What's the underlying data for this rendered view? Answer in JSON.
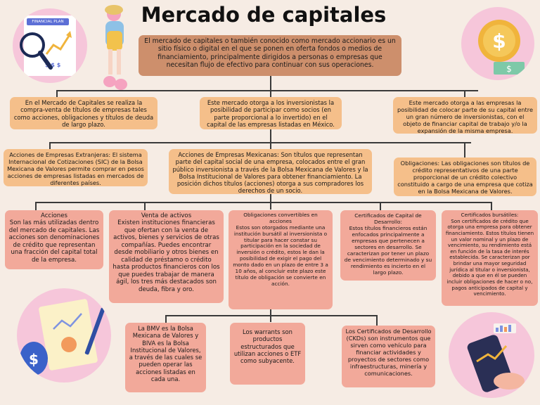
{
  "title": "Mercado de capitales",
  "intro": "El mercado de capitales o también conocido como mercado accionario es un sitio físico o digital en el que se ponen en oferta fondos o medios de financiamiento, principalmente dirigidos a personas o empresas que necesitan flujo de efectivo para continuar con sus operaciones.",
  "level1": [
    "En el Mercado de Capitales se realiza la compra-venta de títulos de empresas tales como acciones, obligaciones y títulos de deuda de largo plazo.",
    "Este mercado otorga a los inversionistas la posibilidad de participar como socios (en parte proporcional a lo invertido) en el capital de las empresas listadas en México.",
    "Este mercado otorga a las empresas la posibilidad de colocar parte de su capital entre un gran número de inversionistas, con el objeto de financiar capital de trabajo y/o la expansión de la misma empresa."
  ],
  "level2": [
    "Acciones de Empresas Extranjeras: El sistema Internacional de Cotizaciones (SIC) de la Bolsa Mexicana de Valores permite comprar en pesos acciones de empresas listadas en mercados de diferentes países.",
    "Acciones de Empresas Mexicanas: Son títulos que representan parte del capital social de una empresa, colocados entre el gran público inversionista a través de la Bolsa Mexicana de Valores y la Bolsa Institucional de Valores para obtener financiamiento. La posición dichos títulos (acciones) otorga a sus compradores los derechos de un socio.",
    "Obligaciones: Las obligaciones son títulos de crédito representativos de una parte proporcional de un crédito colectivo constituido a cargo de una empresa que cotiza en la Bolsa Mexicana de Valores."
  ],
  "level3": [
    "Acciones\nSon las más utilizadas dentro del mercado de capitales. Las acciones son denominaciones de crédito que representan una fracción del capital total de la empresa.",
    "Venta de activos\nExisten instituciones financieras que ofertan con la venta de activos, bienes y servicios de otras compañías. Puedes encontrar desde mobiliario y otros bienes en calidad de préstamo o crédito hasta productos financieros con los que puedes trabajar de manera ágil, los tres más destacados son deuda, fibra y oro.",
    "Obligaciones convertibles en acciones\nEstos son otorgados mediante una institución bursátil al inversionista o titular para hacer constar su participación en la sociedad de inversión o crédito, estos le dan la posibilidad de exigir el pago del monto dado en un plazo de entre 3 a 10 años, al concluir este plazo este título de obligación se convierte en acción.",
    "Certificados de Capital de Desarrollo:\nEstos títulos financieros están enfocados principalmente a empresas que pertenecen a sectores en desarrollo. Se caracterizan por tener un plazo de vencimiento determinado y su rendimiento es incierto en el largo plazo.",
    "Certificados bursátiles:\nSon certificados de crédito que otorga una empresa para obtener financiamiento. Estos títulos tienen un valor nominal y un plazo de vencimiento, su rendimiento está en función de la tasa de interés establecida. Se caracterizan por brindar una mayor seguridad jurídica al titular o inversionista, debido a que en él se pueden incluir obligaciones de hacer o no, pagos anticipados de capital y vencimiento."
  ],
  "level4": [
    "La BMV es la Bolsa Mexicana de Valores y BIVA es la Bolsa Institucional de Valores, a través de las cuales se pueden operar las acciones listadas en cada una.",
    "Los warrants son productos estructurados que utilizan acciones o ETF como subyacente.",
    "Los Certificados de Desarrollo (CKDs) son instrumentos que sirven como vehículo para financiar actividades y proyectos de sectores como infraestructuras, minería y comunicaciones."
  ],
  "decor": {
    "financial_plan_label": "FINANCIAL PLAN",
    "dollar_signs": "$ $ $",
    "colors": {
      "orange": "#f5bf8a",
      "pink": "#f2a99a",
      "brown": "#cd8f6c",
      "background": "#f6ece4"
    }
  }
}
